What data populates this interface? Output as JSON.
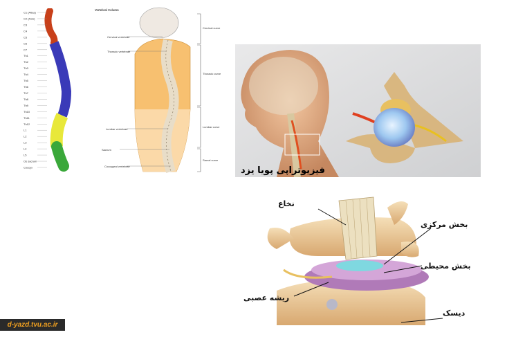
{
  "panel1": {
    "labels_left": [
      "C1 (Atlas)",
      "C2 (Axis)",
      "C3",
      "C4",
      "C5",
      "C6",
      "C7",
      "Th1",
      "Th2",
      "Th3",
      "Th4",
      "Th5",
      "Th6",
      "Th7",
      "Th8",
      "Th9",
      "Th10",
      "Th11",
      "Th12",
      "L1",
      "L2",
      "L3",
      "L4",
      "L5",
      "Os sacrum",
      "Coccyx"
    ],
    "colors": {
      "cervical": "#c8401a",
      "thoracic": "#3a3ab8",
      "lumbar": "#e8e83a",
      "sacral": "#3aa83a"
    }
  },
  "panel2": {
    "title": "Vertebral Column",
    "labels_left": [
      "Cervical vertebrae",
      "Thoracic vertebrae",
      "Lumbar vertebrae",
      "Sacrum",
      "Coccygeal vertebrae"
    ],
    "labels_right": [
      "Cervical curve",
      "Thoracic curve",
      "Lumbar curve",
      "Sacral curve"
    ]
  },
  "panel3": {
    "watermark": "فیزیوتراپی پویا یزد"
  },
  "panel4": {
    "labels": {
      "spinal_cord": "نخاع",
      "nucleus": "بخش مرکزی",
      "annulus": "بخش محیطی",
      "nerve_root": "ریشه عصبی",
      "disc": "دیسک"
    }
  },
  "footer": {
    "site": "d-yazd.tvu.ac.ir"
  }
}
